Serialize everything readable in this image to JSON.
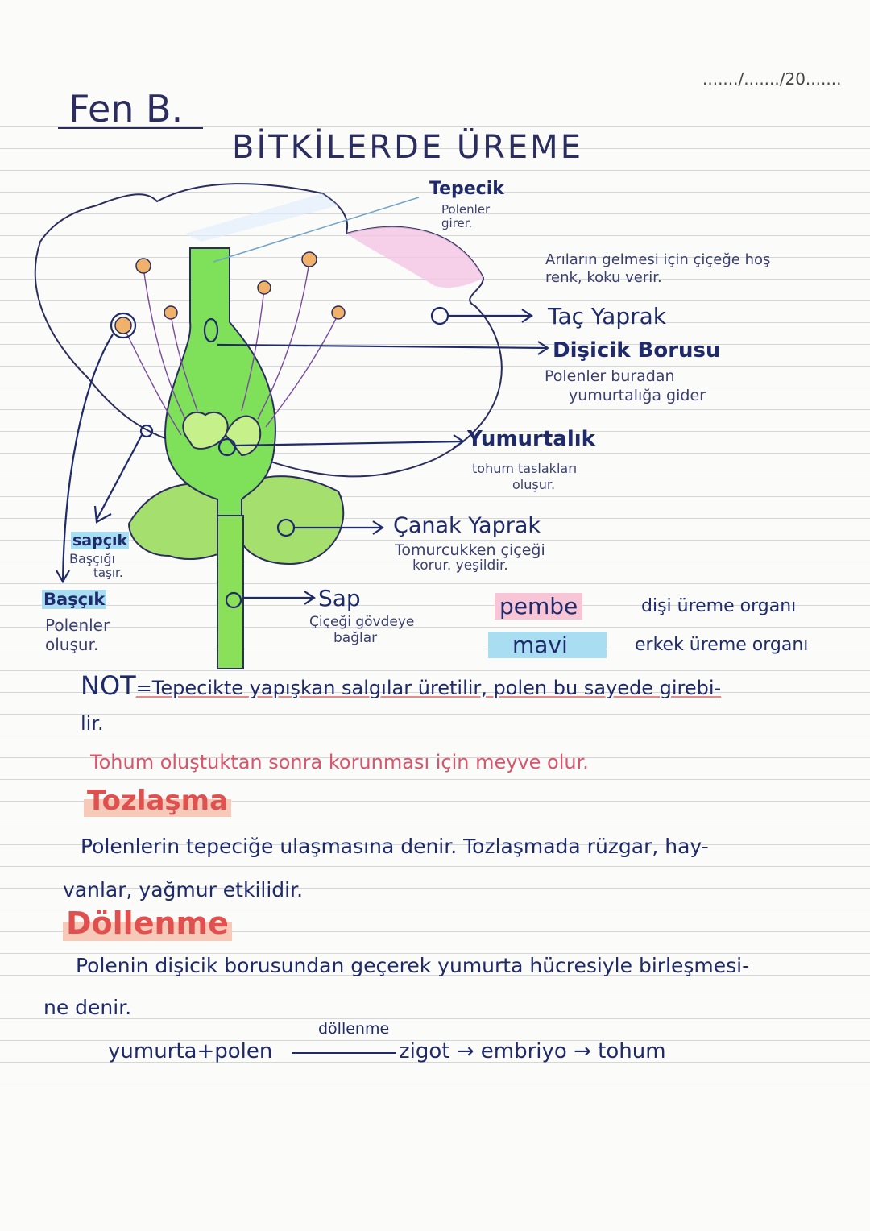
{
  "header": {
    "date": "......./......./20.......",
    "subject": "Fen B.",
    "title": "BİTKİLERDE ÜREME"
  },
  "diagram": {
    "tepecik": {
      "label": "Tepecik",
      "desc": "Polenler girer."
    },
    "note_top": "Arıların gelmesi için çiçeğe hoş renk, koku verir.",
    "tac_yaprak": {
      "label": "Taç Yaprak"
    },
    "disicik_borusu": {
      "label": "Dişicik Borusu",
      "desc1": "Polenler buradan",
      "desc2": "yumurtalığa gider"
    },
    "yumurtalik": {
      "label": "Yumurtalık",
      "desc1": "tohum taslakları",
      "desc2": "oluşur."
    },
    "canak_yaprak": {
      "label": "Çanak Yaprak",
      "desc1": "Tomurcukken çiçeği",
      "desc2": "korur. yeşildir."
    },
    "sap": {
      "label": "Sap",
      "desc1": "Çiçeği gövdeye",
      "desc2": "bağlar"
    },
    "sapcik": {
      "label": "sapçık",
      "desc1": "Başçığı",
      "desc2": "taşır."
    },
    "bascik": {
      "label": "Başçık",
      "desc1": "Polenler",
      "desc2": "oluşur."
    },
    "legend": {
      "pink_word": "pembe",
      "pink_desc": "dişi üreme organı",
      "blue_word": "mavi",
      "blue_desc": "erkek üreme organı"
    },
    "colors": {
      "pink": "#f7c5d6",
      "blue": "#a9def2",
      "green": "#8be05a",
      "anther": "#f0b16a"
    }
  },
  "notes": {
    "not_prefix": "NOT",
    "not_text": "=Tepecikte yapışkan salgılar üretilir, polen bu sayede girebi-",
    "not_text2": "lir.",
    "tohum_note": "Tohum oluştuktan sonra korunması için meyve olur."
  },
  "sections": [
    {
      "title": "Tozlaşma",
      "line1": "Polenlerin tepeciğe ulaşmasına denir. Tozlaşmada rüzgar, hay-",
      "line2": "vanlar, yağmur etkilidir."
    },
    {
      "title": "Döllenme",
      "line1": "Polenin dişicik borusundan geçerek yumurta hücresiyle birleşmesi-",
      "line2": "ne denir."
    }
  ],
  "formula": {
    "above": "döllenme",
    "left": "yumurta+polen",
    "right": "zigot → embriyo → tohum"
  }
}
